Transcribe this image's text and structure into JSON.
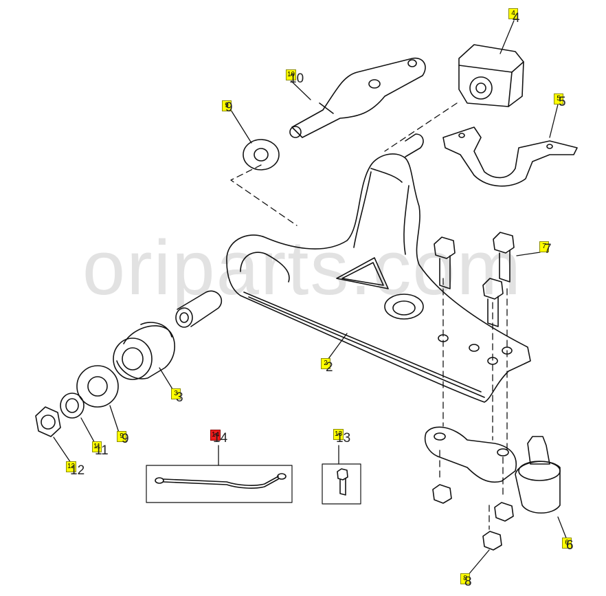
{
  "watermark": "oriparts.com",
  "callouts": [
    {
      "id": "c1",
      "marker": "4",
      "number": "4",
      "highlight": "yellow"
    },
    {
      "id": "c2",
      "marker": "10",
      "number": "10",
      "highlight": "yellow"
    },
    {
      "id": "c3",
      "marker": "9",
      "number": "9",
      "highlight": "yellow"
    },
    {
      "id": "c4",
      "marker": "5",
      "number": "5",
      "highlight": "yellow"
    },
    {
      "id": "c5",
      "marker": "7",
      "number": "7",
      "highlight": "yellow"
    },
    {
      "id": "c6",
      "marker": "2",
      "number": "2",
      "highlight": "yellow"
    },
    {
      "id": "c7",
      "marker": "3",
      "number": "3",
      "highlight": "yellow"
    },
    {
      "id": "c8",
      "marker": "9",
      "number": "9",
      "highlight": "yellow"
    },
    {
      "id": "c9",
      "marker": "11",
      "number": "11",
      "highlight": "yellow"
    },
    {
      "id": "c10",
      "marker": "12",
      "number": "12",
      "highlight": "yellow"
    },
    {
      "id": "c11",
      "marker": "14",
      "number": "14",
      "highlight": "red"
    },
    {
      "id": "c12",
      "marker": "13",
      "number": "13",
      "highlight": "yellow"
    },
    {
      "id": "c13",
      "marker": "6",
      "number": "6",
      "highlight": "yellow"
    },
    {
      "id": "c14",
      "marker": "8",
      "number": "8",
      "highlight": "yellow"
    }
  ],
  "colors": {
    "yellow": "#ffff00",
    "red": "#ee1c1c",
    "line": "#111111"
  }
}
